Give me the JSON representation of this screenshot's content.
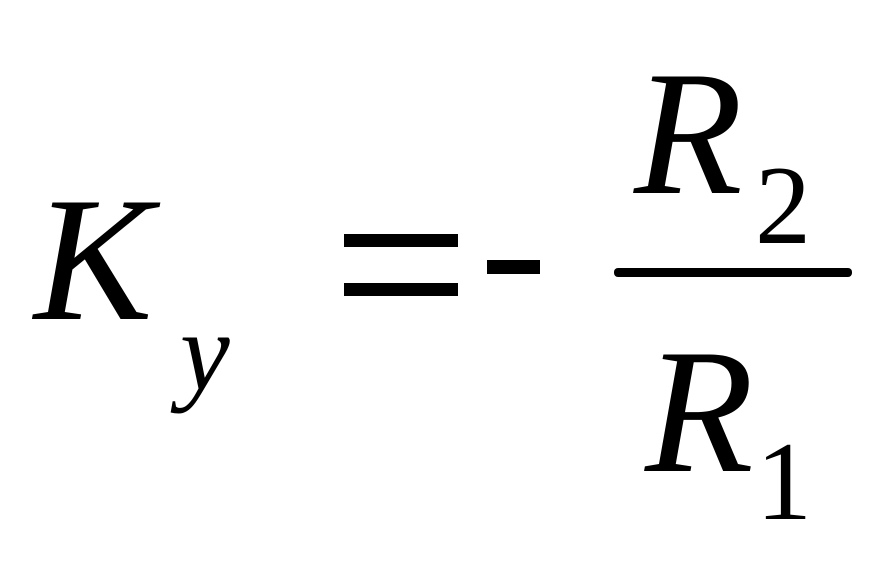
{
  "formula": {
    "lhs": {
      "symbol": "K",
      "subscript": "y"
    },
    "equals_sign": "=",
    "minus_sign": "-",
    "fraction": {
      "numerator": {
        "symbol": "R",
        "subscript": "2"
      },
      "denominator": {
        "symbol": "R",
        "subscript": "1"
      }
    }
  }
}
